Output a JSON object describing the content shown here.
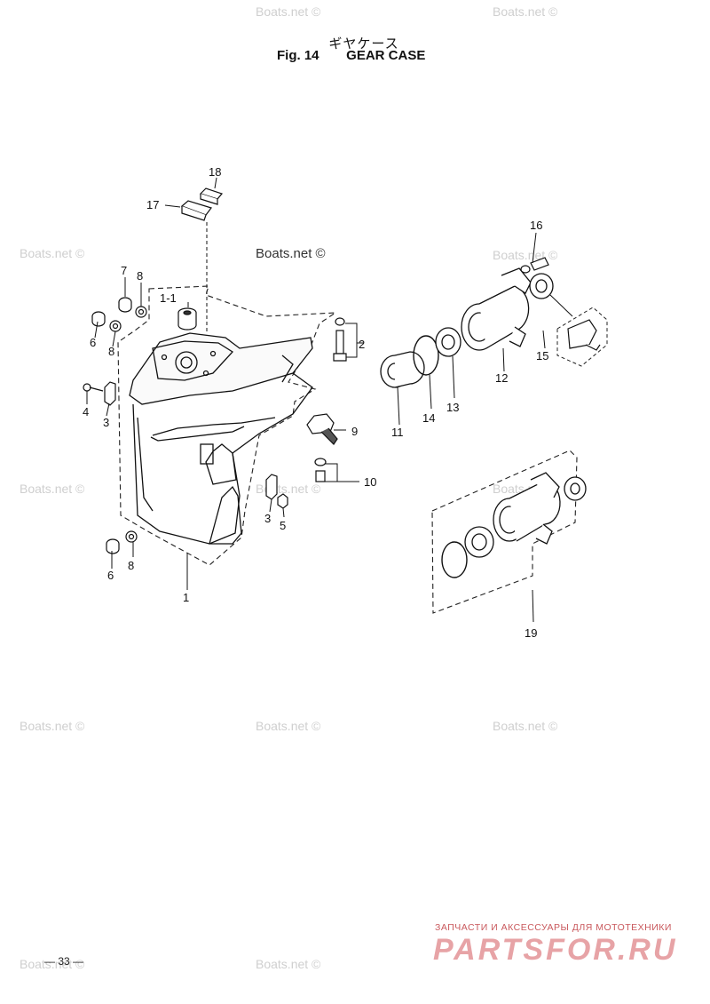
{
  "header": {
    "title_jp": "ギヤケース",
    "fig_label": "Fig. 14",
    "title_en": "GEAR CASE"
  },
  "watermark": "Boats.net ©",
  "callouts": {
    "c1": "1",
    "c1_1": "1-1",
    "c2": "2",
    "c3a": "3",
    "c3b": "3",
    "c4": "4",
    "c5": "5",
    "c6a": "6",
    "c6b": "6",
    "c7": "7",
    "c8a": "8",
    "c8b": "8",
    "c8c": "8",
    "c9": "9",
    "c10": "10",
    "c11": "11",
    "c12": "12",
    "c13": "13",
    "c14": "14",
    "c15": "15",
    "c16": "16",
    "c17": "17",
    "c18": "18",
    "c19": "19"
  },
  "footer": {
    "page_number": "— 33 —",
    "brand_tagline": "ЗАПЧАСТИ И АКСЕССУАРЫ ДЛЯ МОТОТЕХНИКИ",
    "brand_logo": "PARTSFOR.RU"
  }
}
